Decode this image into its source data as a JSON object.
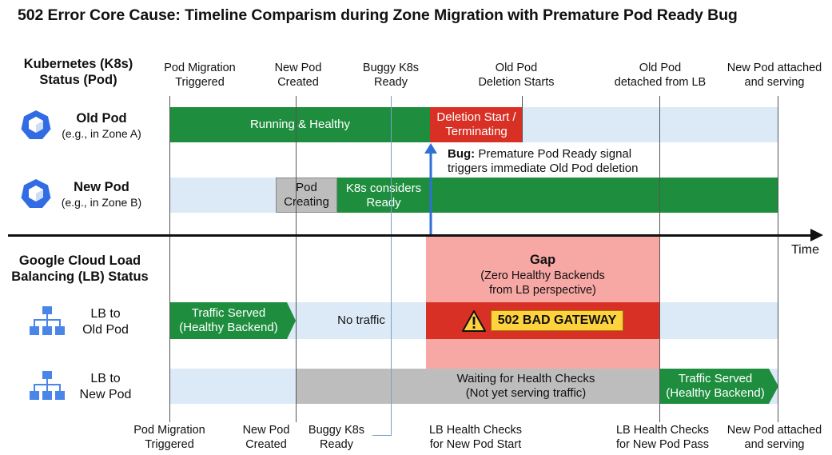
{
  "title": "502 Error Core Cause: Timeline Comparism during Zone Migration with Premature Pod Ready Bug",
  "sections": {
    "k8s": [
      "Kubernetes (K8s)",
      "Status (Pod)"
    ],
    "lb": [
      "Google Cloud Load",
      "Balancing (LB) Status"
    ]
  },
  "top_events": [
    [
      "Pod Migration",
      "Triggered"
    ],
    [
      "New Pod",
      "Created"
    ],
    [
      "Buggy K8s",
      "Ready"
    ],
    [
      "Old Pod",
      "Deletion Starts"
    ],
    [
      "Old Pod",
      "detached from LB"
    ],
    [
      "New Pod attached",
      "and serving"
    ]
  ],
  "bottom_events": [
    [
      "Pod Migration",
      "Triggered"
    ],
    [
      "New Pod",
      "Created"
    ],
    [
      "Buggy K8s",
      "Ready"
    ],
    [
      "LB Health Checks",
      "for New Pod Start"
    ],
    [
      "LB Health Checks",
      "for New Pod Pass"
    ],
    [
      "New Pod attached",
      "and serving"
    ]
  ],
  "rows": {
    "old_pod": {
      "name": "Old Pod",
      "sub": "(e.g., in Zone A)"
    },
    "new_pod": {
      "name": "New Pod",
      "sub": "(e.g., in Zone B)"
    },
    "lb_old": [
      "LB to",
      "Old Pod"
    ],
    "lb_new": [
      "LB to",
      "New Pod"
    ]
  },
  "segments": {
    "running": "Running & Healthy",
    "terminating": [
      "Deletion Start /",
      "Terminating"
    ],
    "creating": [
      "Pod",
      "Creating"
    ],
    "considers_ready": [
      "K8s considers",
      "Ready"
    ],
    "traffic_old": [
      "Traffic Served",
      "(Healthy Backend)"
    ],
    "no_traffic": "No traffic",
    "bad_gateway": "502 BAD GATEWAY",
    "waiting": [
      "Waiting for Health Checks",
      "(Not yet serving traffic)"
    ],
    "traffic_new": [
      "Traffic Served",
      "(Healthy Backend)"
    ]
  },
  "gap": {
    "title": "Gap",
    "desc": [
      "(Zero Healthy Backends",
      "from LB perspective)"
    ]
  },
  "bug": {
    "label": "Bug:",
    "text1": " Premature Pod Ready signal",
    "text2": "triggers immediate Old Pod deletion"
  },
  "time_label": "Time",
  "colors": {
    "green": "#1e8e3e",
    "red": "#d93025",
    "light_blue": "#dceaf8",
    "gray": "#bdbdbd",
    "gap": "#f8a8a4",
    "k8s_blue": "#326ce5",
    "lb_blue": "#4a86e8",
    "warning_yellow": "#ffd33d"
  },
  "icons": {
    "k8s": "kubernetes-cube-icon",
    "lb": "load-balancer-icon",
    "warning": "warning-triangle-icon"
  }
}
